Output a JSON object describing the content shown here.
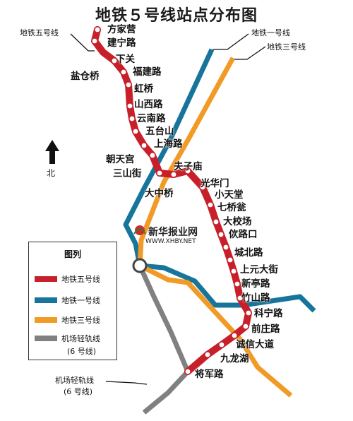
{
  "title": "地铁５号线站点分布图",
  "colors": {
    "line5": "#c8202a",
    "line1": "#17749a",
    "line3": "#f29a26",
    "airport": "#808080",
    "station_fill": "#ffffff"
  },
  "callouts": {
    "line5": "地铁五号线",
    "line1": "地铁一号线",
    "line3": "地铁三号线",
    "airport_1": "机场轻轨线",
    "airport_2": "(6 号线)"
  },
  "compass": {
    "icon": "north-arrow-icon",
    "label": "北"
  },
  "watermark": {
    "name": "新华报业网",
    "url": "WWW.XHBY.NET",
    "icon": "xhby-logo-icon"
  },
  "legend": {
    "title": "图列",
    "items": [
      {
        "label": "地铁五号线",
        "color": "#c8202a"
      },
      {
        "label": "地铁一号线",
        "color": "#17749a"
      },
      {
        "label": "地铁三号线",
        "color": "#f29a26"
      },
      {
        "label": "机场轻轨线",
        "color": "#808080"
      }
    ],
    "sub_label": "(6 号线)"
  },
  "stations": [
    "方家营",
    "建宁路",
    "下关",
    "盐仓桥",
    "福建路",
    "虹桥",
    "山西路",
    "云南路",
    "五台山",
    "上海路",
    "朝天宫",
    "三山街",
    "夫子庙",
    "大中桥",
    "光华门",
    "小天堂",
    "七桥瓮",
    "大校场",
    "佽路口",
    "城北路",
    "上元大街",
    "新亭路",
    "竹山路",
    "科宁路",
    "前庄路",
    "诚信大道",
    "九龙湖",
    "将军路"
  ]
}
